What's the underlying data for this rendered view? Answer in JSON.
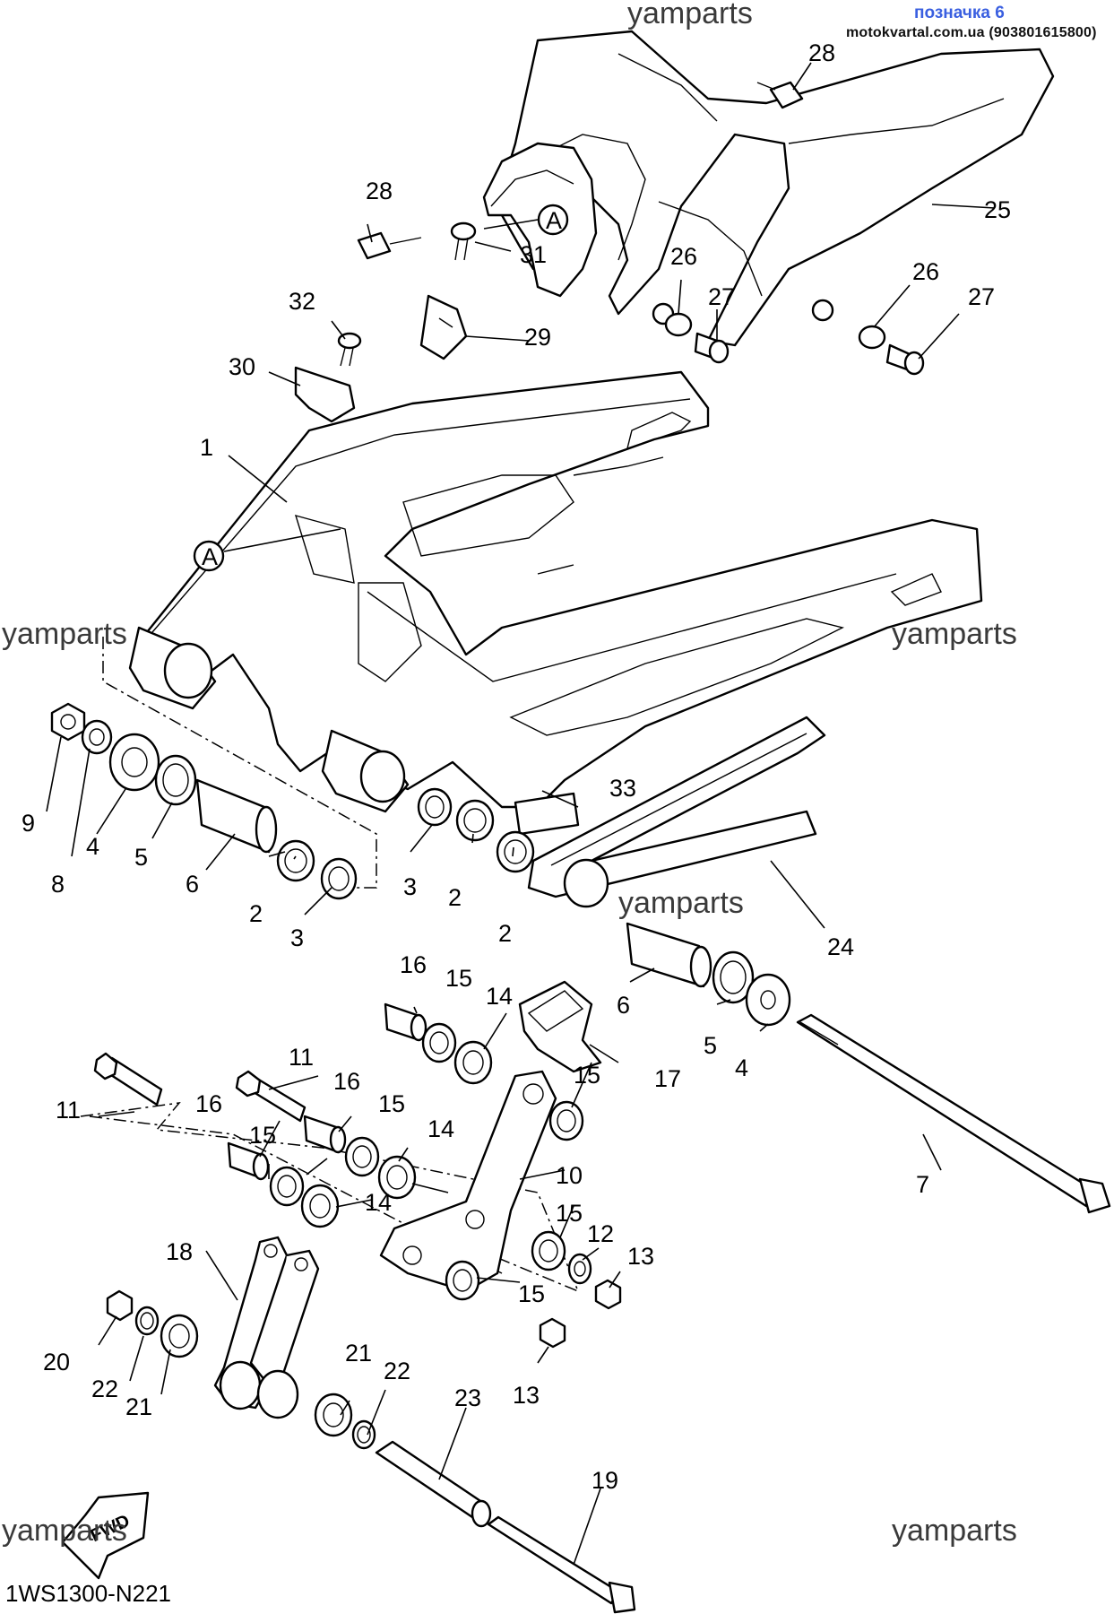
{
  "header": {
    "watermark": "yamparts",
    "tag": "позначка 6",
    "dealer": "motokvartal.com.ua (903801615800)"
  },
  "watermarks": [
    "yamparts",
    "yamparts",
    "yamparts",
    "yamparts",
    "yamparts"
  ],
  "diagram_code": "1WS1300-N221",
  "fwd_label": "FWD",
  "ref_marks": [
    "A",
    "A"
  ],
  "callouts": [
    "1",
    "2",
    "2",
    "2",
    "3",
    "3",
    "4",
    "4",
    "5",
    "5",
    "6",
    "6",
    "7",
    "8",
    "9",
    "10",
    "11",
    "11",
    "12",
    "13",
    "13",
    "14",
    "14",
    "14",
    "15",
    "15",
    "15",
    "15",
    "15",
    "15",
    "16",
    "16",
    "16",
    "17",
    "18",
    "19",
    "20",
    "21",
    "21",
    "22",
    "22",
    "23",
    "24",
    "25",
    "26",
    "26",
    "27",
    "27",
    "28",
    "28",
    "29",
    "30",
    "31",
    "32",
    "33"
  ],
  "colors": {
    "ink": "#000000",
    "watermark": "#3a3a3a",
    "tag": "#3a5fe0"
  }
}
